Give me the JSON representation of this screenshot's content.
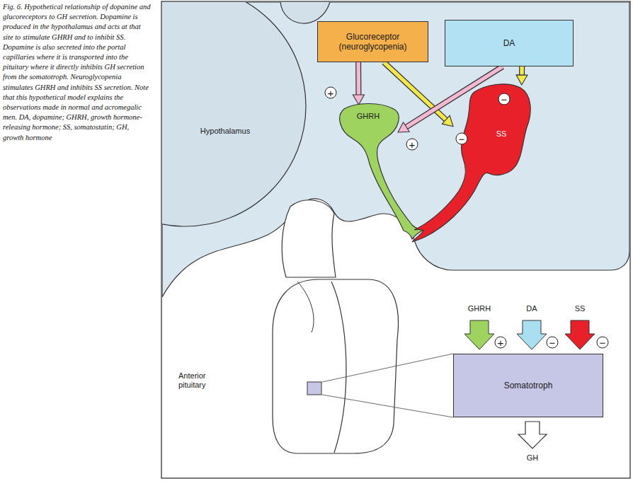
{
  "diagram": {
    "caption": "Fig. 6. Hypothetical relationship of dopanine and glucoreceptors to GH secretion. Dopamine is produced in the hypothalamus and acts at that site to stimulate GHRH and to inhibit SS. Dopamine is also secreted into the portal capillaries where it is transported into the pituitary where it directly inhibits GH secretion from the somatotroph. Neuroglycopenia stimulates GHRH and inhibits SS secretion. Note that this hypothetical model explains the observations made in normal and acromegalic men. DA, dopamine; GHRH, growth hormone-releasing hormone; SS, somatostatin; GH, growth hormone",
    "nodes": [
      {
        "text": [
          "Glucoreceptor (neuroglycopenia)"
        ]
      },
      {
        "text": [
          "DA"
        ]
      },
      {
        "text": [
          "GHRH"
        ]
      },
      {
        "text": [
          "SS"
        ]
      },
      {
        "text": [
          "Somatotroph"
        ]
      }
    ],
    "edges": [
      {
        "from": 0,
        "to": 2,
        "arrow": "to"
      },
      {
        "from": 0,
        "to": 3,
        "arrow": "to"
      },
      {
        "from": 1,
        "to": 2,
        "arrow": "to"
      },
      {
        "from": 1,
        "to": 3,
        "arrow": "to"
      }
    ],
    "labels": [
      "Hypothalamus",
      "Anterior pituitary",
      "+",
      "+",
      "−",
      "−",
      "GHRH",
      "DA",
      "SS",
      "+",
      "−",
      "−",
      "GH"
    ]
  }
}
